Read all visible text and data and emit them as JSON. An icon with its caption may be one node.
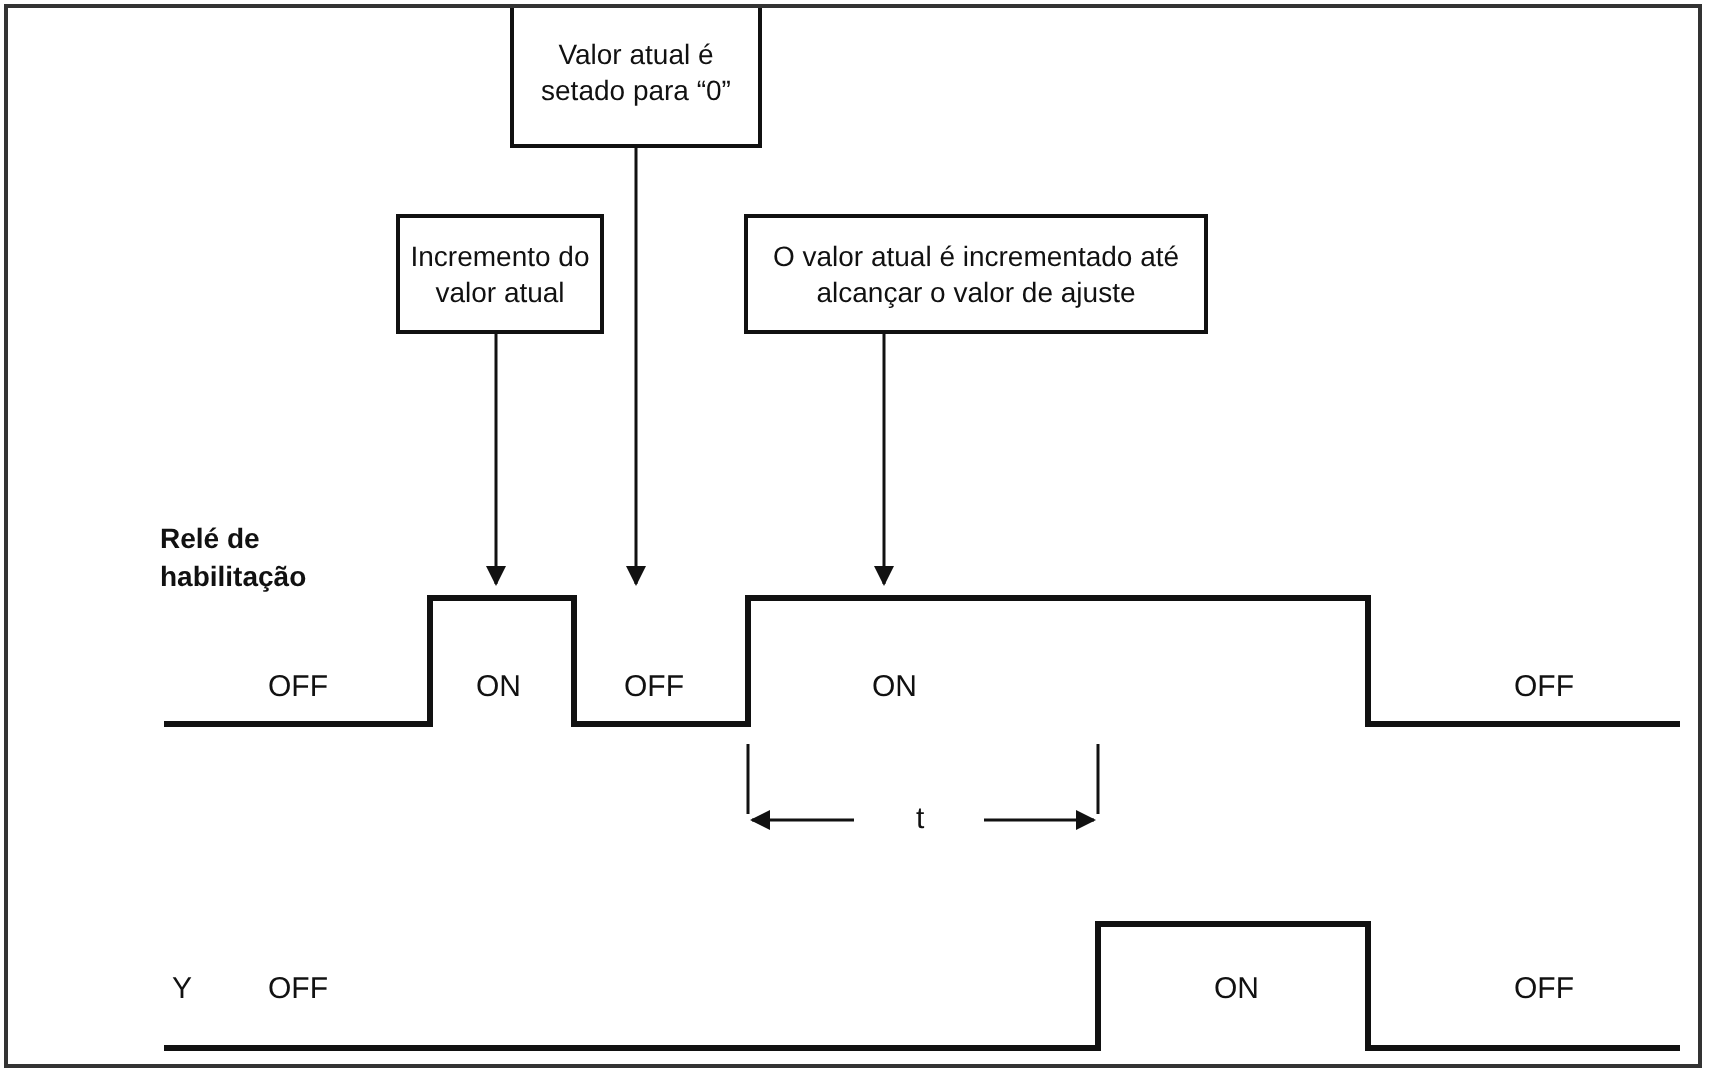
{
  "diagram": {
    "nodes": [
      {
        "text": [
          "Valor atual é setado para “0”"
        ]
      },
      {
        "text": [
          "Incremento do valor atual"
        ]
      },
      {
        "text": [
          "O valor atual é incrementado até alcançar o valor de ajuste"
        ]
      }
    ],
    "edges": [
      {
        "from": 0,
        "to": null,
        "arrow": "to"
      },
      {
        "from": 1,
        "to": null,
        "arrow": "to"
      },
      {
        "from": 2,
        "to": null,
        "arrow": "to"
      }
    ],
    "labels": [
      "Relé de habilitação",
      "OFF",
      "ON",
      "OFF",
      "ON",
      "OFF",
      "t",
      "Y",
      "OFF",
      "ON",
      "OFF"
    ]
  }
}
